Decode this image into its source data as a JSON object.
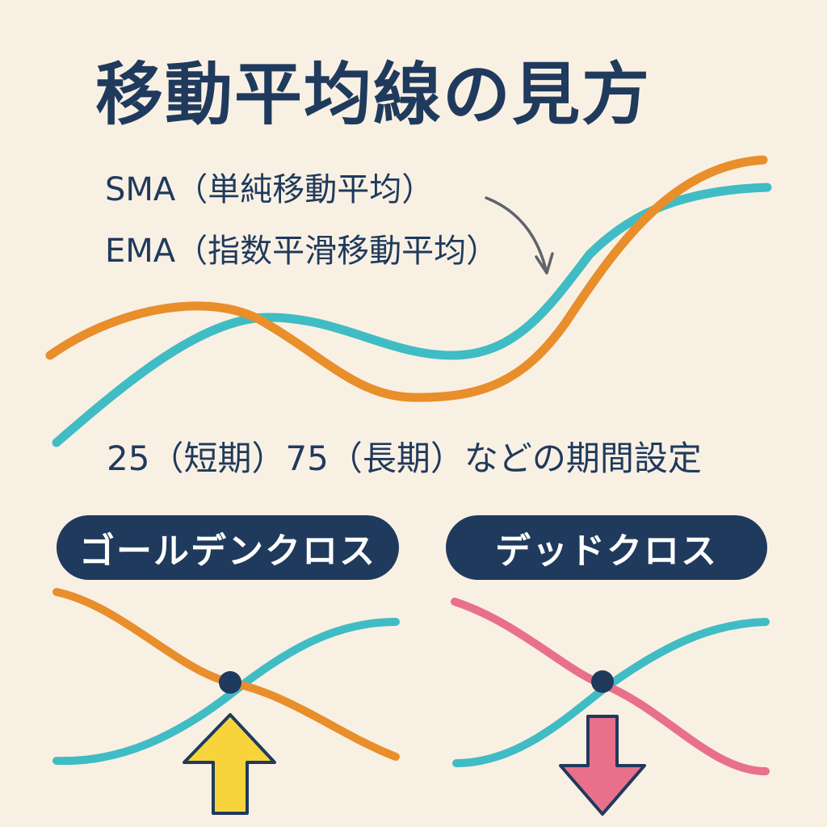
{
  "title": "移動平均線の見方",
  "labels": {
    "sma": "SMA（単純移動平均）",
    "ema": "EMA（指数平滑移動平均）",
    "period": "25（短期）75（長期）などの期間設定"
  },
  "panels": {
    "golden_cross": {
      "label": "ゴールデンクロス",
      "arrow": "up-arrow"
    },
    "dead_cross": {
      "label": "デッドクロス",
      "arrow": "down-arrow"
    }
  },
  "colors": {
    "background": "#f9f0e4",
    "navy": "#1f3a5c",
    "teal": "#40bcc4",
    "orange": "#e88e2b",
    "pink": "#e8708a",
    "yellow": "#f7d43c",
    "pointer": "#5e6468"
  }
}
